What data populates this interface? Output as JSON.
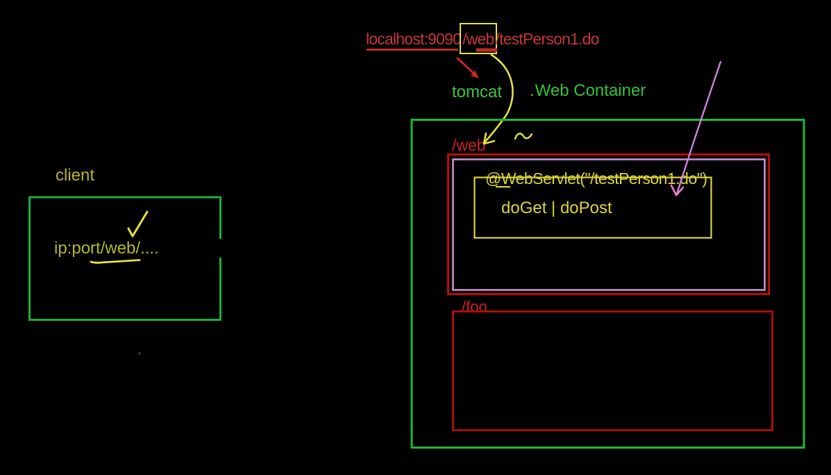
{
  "title": "Servlet request routing diagram (tomcat / web container)",
  "url_bar": {
    "prefix": "localhost:9090",
    "boxed": "/web",
    "suffix": "/testPerson1.do"
  },
  "labels": {
    "tomcat": "tomcat",
    "web_container_dot": ".",
    "web_container": "Web Container",
    "web_path": "/web",
    "foo_path": "/foo",
    "servlet_annotation": "@WebServlet(\"/testPerson1.do\")",
    "servlet_methods": "doGet | doPost",
    "client": "client",
    "client_url": "ip:port/web/...."
  },
  "colors": {
    "background": "#000000",
    "url_red": "#c33737",
    "path_red": "#cd2020",
    "box_red": "#b30d0d",
    "green_text": "#3fc43f",
    "green_rect": "#1eb83a",
    "olive_text": "#b6b62e",
    "yellow_accent": "#e6e242",
    "servlet_yellow": "#dcd43c",
    "purple_rect": "#cb92cf",
    "pink_arrow": "#cf82de"
  }
}
